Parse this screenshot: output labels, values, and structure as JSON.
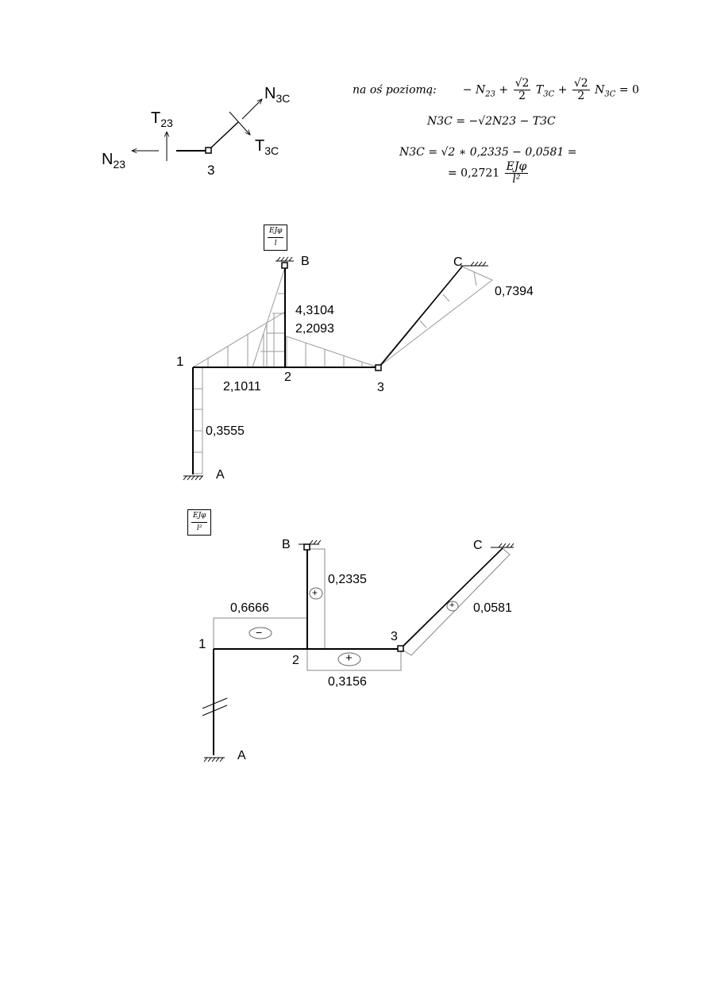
{
  "equations": {
    "line1_prefix": "na oś poziomą:",
    "line1_t1": "− N",
    "line1_t1_sub": "23",
    "line1_frac_num": "√2",
    "line1_frac_den": "2",
    "line1_t2": "T",
    "line1_t2_sub": "3C",
    "line1_t3": "N",
    "line1_t3_sub": "3C",
    "line1_eq": "= 0",
    "line2": "N3C = −√2N23 − T3C",
    "line3": "N3C = √2 ∗ 0,2335 − 0,0581 =",
    "line4_value": "= 0,2721",
    "line4_frac_num": "EJφ",
    "line4_frac_den": "l²"
  },
  "force_sketch": {
    "t23": "T",
    "t23_sub": "23",
    "n23": "N",
    "n23_sub": "23",
    "n3c": "N",
    "n3c_sub": "3C",
    "t3c": "T",
    "t3c_sub": "3C",
    "node": "3"
  },
  "diagram_moments": {
    "unit_num": "EJφ",
    "unit_den": "l",
    "nodes": {
      "B": "B",
      "C": "C",
      "A": "A",
      "n1": "1",
      "n2": "2",
      "n3": "3"
    },
    "values": [
      "4,3104",
      "2,2093",
      "0,7394",
      "2,1011",
      "0,3555"
    ]
  },
  "diagram_forces": {
    "unit_num": "EJφ",
    "unit_den": "l²",
    "nodes": {
      "B": "B",
      "C": "C",
      "A": "A",
      "n1": "1",
      "n2": "2",
      "n3": "3"
    },
    "values": [
      "0,2335",
      "0,6666",
      "0,0581",
      "0,3156"
    ],
    "signs": [
      "+",
      "−",
      "+",
      "+"
    ]
  }
}
